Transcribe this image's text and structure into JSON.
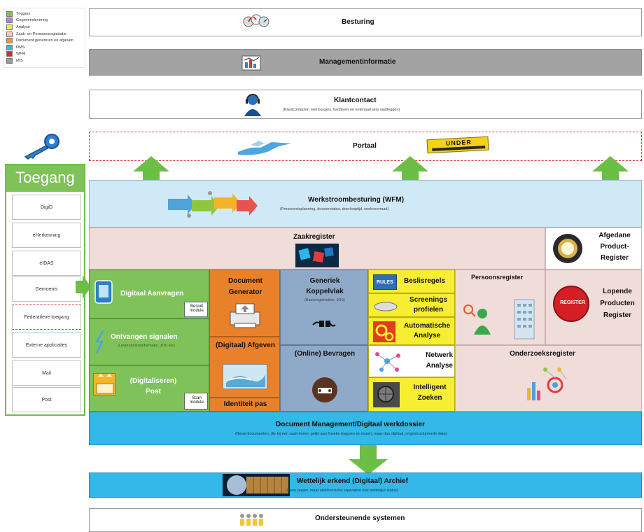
{
  "legend": {
    "items": [
      {
        "label": "Triggers",
        "color": "#7fc25a"
      },
      {
        "label": "Gegevenslevering",
        "color": "#a58bc7"
      },
      {
        "label": "Analyse",
        "color": "#f5ee33"
      },
      {
        "label": "Zaak- en Persoonsregistratie",
        "color": "#f0c9c4"
      },
      {
        "label": "Document genereren en afgeven",
        "color": "#f09a28"
      },
      {
        "label": "DMS",
        "color": "#33b8e8"
      },
      {
        "label": "WFM",
        "color": "#d62a2a"
      },
      {
        "label": "MIS",
        "color": "#9a9a9a"
      }
    ]
  },
  "layers": {
    "besturing": "Besturing",
    "managementinformatie": "Managementinformatie",
    "klantcontact": {
      "title": "Klantcontact",
      "subtitle": "(Klantcontacten met burgers, bedrijven en ketenpartners vastleggen)"
    },
    "portaal": {
      "title": "Portaal",
      "under_sign": "UNDER"
    },
    "wfm": {
      "title": "Werkstroombesturing (WFM)",
      "subtitle": "(Personeelsplanning, dossierstatus, doorlooptijd, werkvoorraad)"
    },
    "zaakregister": "Zaakregister",
    "afgedane": "Afgedane Product-Register",
    "lopende": "Lopende Producten Register",
    "register_icon_text": "REGISTER",
    "digitaal_aanvragen": "Digitaal Aanvragen",
    "besluit_module": "Besluit module",
    "ontvangen_signalen": {
      "title": "Ontvangen signalen",
      "subtitle": "(Leveranciersinformatie, JOS etc)"
    },
    "digitaliseren_post": "(Digitaliseren) Post",
    "scan_module": "Scan module",
    "document_generator": "Document Generator",
    "digitaal_afgeven": "(Digitaal) Afgeven",
    "identiteit_pas": "Identiteit pas",
    "generiek_koppelvlak": {
      "title": "Generiek Koppelvlak",
      "subtitle": "(Basisregistraties, JOS)"
    },
    "online_bevragen": "(Online) Bevragen",
    "rules_icon": "RULES",
    "beslisregels": "Beslisregels",
    "screeningsprofielen": "Screenings profielen",
    "automatische_analyse": "Automatische Analyse",
    "netwerk_analyse": "Netwerk Analyse",
    "intelligent_zoeken": "Intelligent Zoeken",
    "persoonsregister": "Persoonsregister",
    "onderzoeksregister": "Onderzoeksregister",
    "dms": {
      "title": "Document Management/Digitaal werkdossier",
      "subtitle": "(Bevat documenten, die bij een zaak horen, gelijk aan fysieke mappen en dozen, maar dan digitaal, ongestructureerde data)"
    },
    "archief": {
      "title": "Wettelijk erkend (Digitaal) Archief",
      "subtitle": "(Geen papier, maar elektronische equivalent met wettelijke status)"
    },
    "ondersteunende": "Ondersteunende systemen"
  },
  "toegang": {
    "title": "Toegang",
    "items": [
      "DigiD",
      "eHerkenning",
      "eIDAS",
      "Gemoenis",
      "Federatieve toegang",
      "Externe applicaties",
      "Mail",
      "Post"
    ]
  },
  "colors": {
    "green": "#7fc25a",
    "dark_green": "#4f9a2c",
    "orange": "#e9812a",
    "blue_grey": "#8fa9c8",
    "yellow": "#f7ee32",
    "pink": "#f0dcd9",
    "light_blue": "#d0e9f7",
    "cyan": "#33b8e8",
    "grey_bar": "#a0a0a0"
  }
}
